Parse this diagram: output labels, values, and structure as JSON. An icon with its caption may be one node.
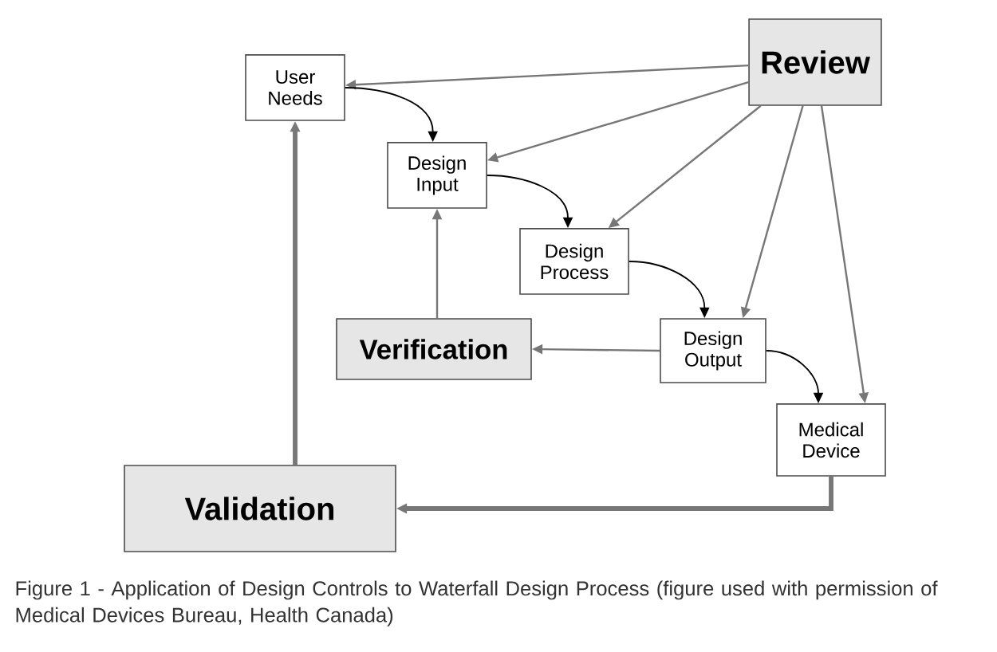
{
  "diagram": {
    "caption": "Figure 1 - Application of Design Controls to Waterfall Design Process (figure used with permission of Medical Devices Bureau, Health Canada)",
    "nodes": [
      {
        "text": [
          "Review"
        ]
      },
      {
        "text": [
          "User Needs"
        ]
      },
      {
        "text": [
          "Design Input"
        ]
      },
      {
        "text": [
          "Design Process"
        ]
      },
      {
        "text": [
          "Design Output"
        ]
      },
      {
        "text": [
          "Verification"
        ]
      },
      {
        "text": [
          "Medical Device"
        ]
      },
      {
        "text": [
          "Validation"
        ]
      }
    ],
    "edges": [
      {
        "from": 0,
        "to": 1,
        "arrow": "to"
      },
      {
        "from": 0,
        "to": 2,
        "arrow": "to"
      },
      {
        "from": 0,
        "to": 3,
        "arrow": "to"
      },
      {
        "from": 0,
        "to": 4,
        "arrow": "to"
      },
      {
        "from": 0,
        "to": 6,
        "arrow": "to"
      },
      {
        "from": 1,
        "to": 2,
        "arrow": "to",
        "color": "#000000"
      },
      {
        "from": 2,
        "to": 3,
        "arrow": "to",
        "color": "#000000"
      },
      {
        "from": 3,
        "to": 4,
        "arrow": "to",
        "color": "#000000"
      },
      {
        "from": 4,
        "to": 6,
        "arrow": "to",
        "color": "#000000"
      },
      {
        "from": 4,
        "to": 5,
        "arrow": "to"
      },
      {
        "from": 5,
        "to": 2,
        "arrow": "to"
      },
      {
        "from": 6,
        "to": 7,
        "arrow": "to",
        "style": "thick"
      },
      {
        "from": 7,
        "to": 1,
        "arrow": "to",
        "style": "thick"
      }
    ]
  }
}
